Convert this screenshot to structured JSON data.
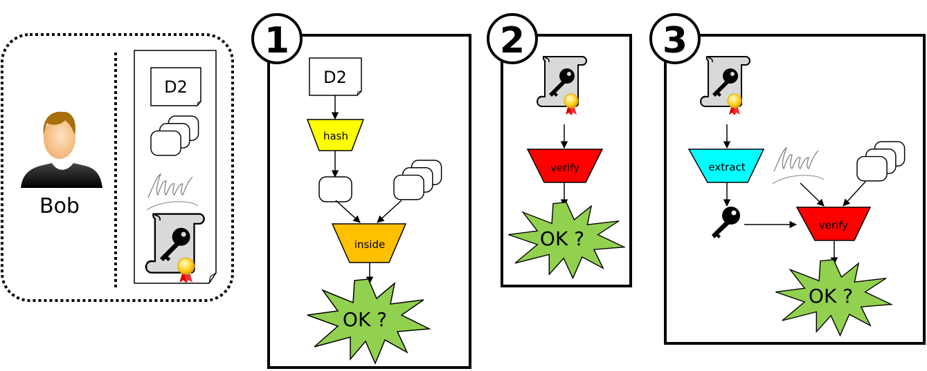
{
  "actor": {
    "name": "Bob"
  },
  "wallet": {
    "document_label": "D2",
    "items": [
      "document",
      "stacked-records",
      "signature",
      "certificate"
    ]
  },
  "steps": [
    {
      "number": "1",
      "doc_label": "D2",
      "hash_label": "hash",
      "inside_label": "inside",
      "result_label": "OK ?"
    },
    {
      "number": "2",
      "verify_label": "verify",
      "result_label": "OK ?"
    },
    {
      "number": "3",
      "extract_label": "extract",
      "verify_label": "verify",
      "result_label": "OK ?"
    }
  ],
  "colors": {
    "hash": "#ffff00",
    "inside": "#ffc000",
    "verify": "#ff0000",
    "extract": "#00ffff",
    "result": "#92d050",
    "certificate": "#d9d9d9"
  }
}
